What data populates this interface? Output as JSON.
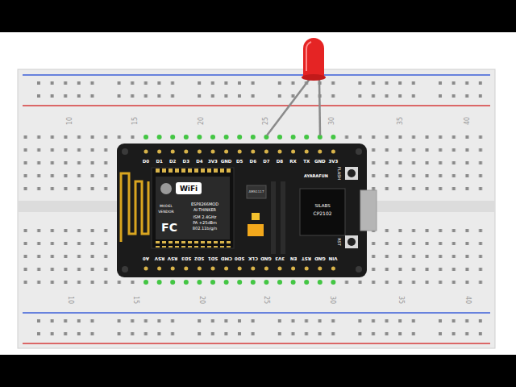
{
  "diagram": {
    "labels": [
      "10",
      "15",
      "20",
      "25",
      "30",
      "35",
      "40",
      "10",
      "15",
      "20",
      "25",
      "30",
      "35",
      "40",
      "D0",
      "D1",
      "D2",
      "D3",
      "D4",
      "3V3",
      "GND",
      "D5",
      "D6",
      "D7",
      "D8",
      "RX",
      "TX",
      "GND",
      "3V3",
      "A0",
      "RSV",
      "RSV",
      "SD3",
      "SD2",
      "SD1",
      "CMD",
      "SD0",
      "CLK",
      "GND",
      "3V3",
      "EN",
      "RST",
      "GND",
      "VIN",
      "WiFi",
      "MODEL",
      "VENDOR",
      "ESP8266MOD",
      "AI-THINKER",
      "ISM 2.4GHz",
      "PA +25dBm",
      "802.11b/g/n",
      "FC",
      "AMS1117",
      "AYARAFUN",
      "SILABS",
      "CP2102",
      "FLASH",
      "RST"
    ]
  }
}
